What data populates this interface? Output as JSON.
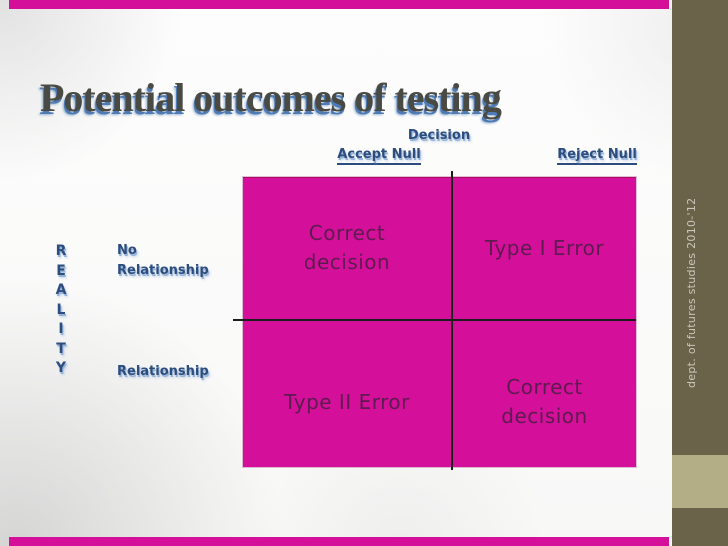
{
  "title": "Potential outcomes of testing",
  "decision_header": {
    "label": "Decision"
  },
  "columns": [
    {
      "label": "Accept Null"
    },
    {
      "label": "Reject Null"
    }
  ],
  "reality": {
    "letters": [
      "R",
      "E",
      "A",
      "L",
      "I",
      "T",
      "Y"
    ]
  },
  "rows": [
    {
      "lines": [
        "No",
        "Relationship"
      ]
    },
    {
      "lines": [
        "Relationship"
      ]
    }
  ],
  "matrix": {
    "cells": [
      [
        {
          "lines": [
            "Correct",
            "decision"
          ]
        },
        {
          "lines": [
            "Type I Error"
          ]
        }
      ],
      [
        {
          "lines": [
            "Type II Error"
          ]
        },
        {
          "lines": [
            "Correct",
            "decision"
          ]
        }
      ]
    ]
  },
  "sidebar": {
    "text": "dept. of futures studies 2010-'12"
  },
  "colors": {
    "accent_magenta": "#d40f9a",
    "cell_text_plum": "#5e1b4f",
    "label_navy": "#2c4d7d",
    "label_shadow_blue": "#92b0d6",
    "title_gray": "#4a4a45",
    "title_shadow_blue": "#4e7bb4",
    "sidebar_olive": "#6a6249",
    "sidebar_khaki": "#b3ae86",
    "sidebar_text": "#cbc6ba",
    "divider_black": "#1c1c1c"
  }
}
